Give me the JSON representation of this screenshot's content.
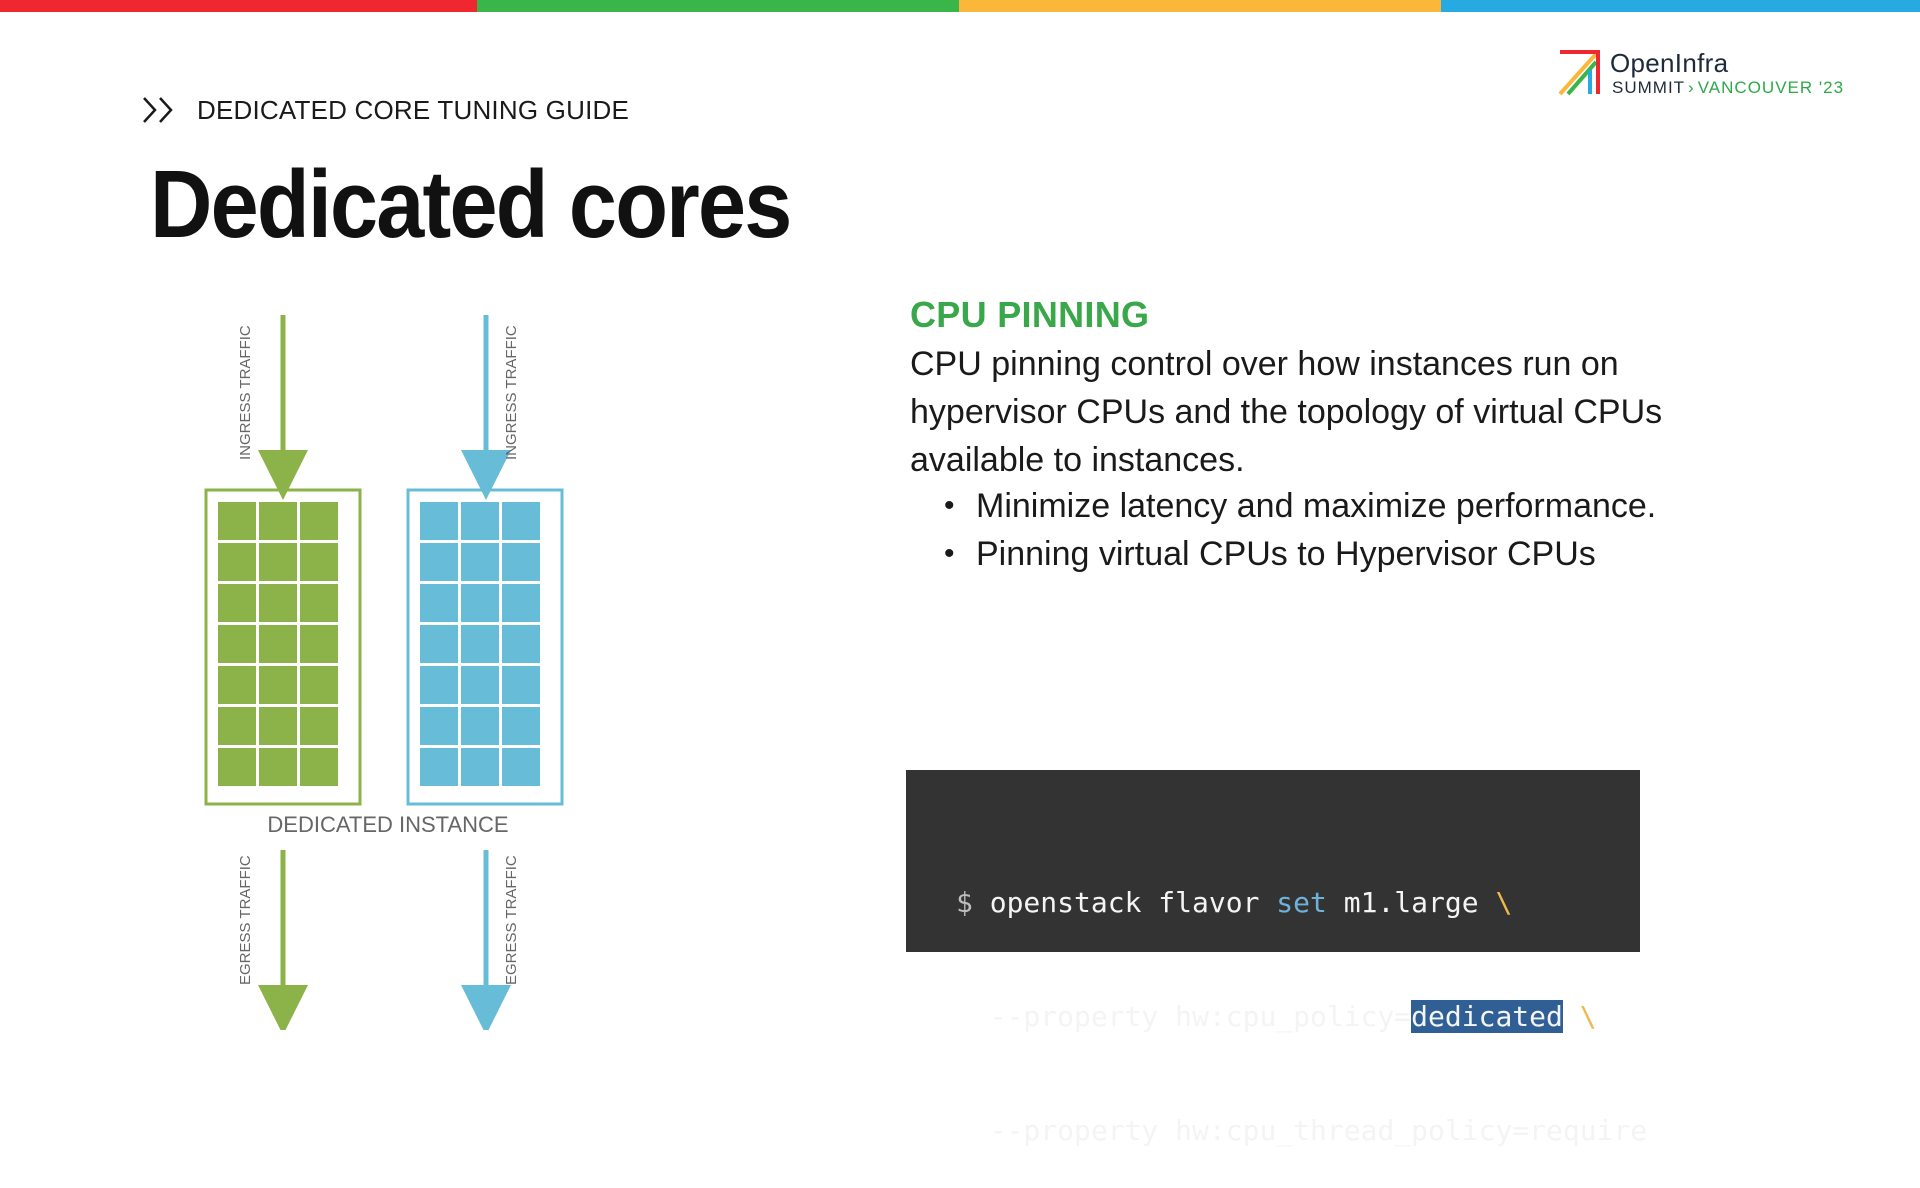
{
  "colors": {
    "red": "#ef2731",
    "green": "#3ab54a",
    "yellow": "#fbb73a",
    "blue": "#27a9e1",
    "core_green": "#8cb24a",
    "core_blue": "#67bcd7",
    "heading_green": "#3aa84a",
    "code_bg": "#333333",
    "code_keyword": "#6fb2d9",
    "code_backslash": "#f0b84d",
    "code_highlight": "#2f5f95"
  },
  "logo": {
    "name": "OpenInfra",
    "summit": "SUMMIT",
    "separator": "›",
    "city": "VANCOUVER '23"
  },
  "breadcrumb": {
    "icon": "double-chevron-right-icon",
    "label": "DEDICATED CORE TUNING GUIDE"
  },
  "title": "Dedicated cores",
  "diagram": {
    "ingress_label": "INGRESS TRAFFIC",
    "egress_label": "EGRESS TRAFFIC",
    "instance_label": "DEDICATED INSTANCE",
    "instances": [
      {
        "color": "green",
        "rows": 7,
        "cols": 3
      },
      {
        "color": "blue",
        "rows": 7,
        "cols": 3
      }
    ]
  },
  "cpu_pinning": {
    "heading": "CPU PINNING",
    "description": "CPU pinning control over how instances run on hypervisor CPUs and the topology of virtual CPUs available to instances.",
    "bullets": [
      "Minimize latency and maximize performance.",
      "Pinning virtual CPUs to Hypervisor CPUs"
    ]
  },
  "code": {
    "line1": {
      "prompt": "$ ",
      "cmd": "openstack flavor ",
      "keyword": "set",
      "arg": " m1.large ",
      "cont": "\\"
    },
    "line2": {
      "indent": "  ",
      "pre": "--property hw:cpu_policy=",
      "highlight": "dedicated",
      "space": " ",
      "cont": "\\"
    },
    "line3": {
      "indent": "  ",
      "text": "--property hw:cpu_thread_policy=require"
    }
  }
}
